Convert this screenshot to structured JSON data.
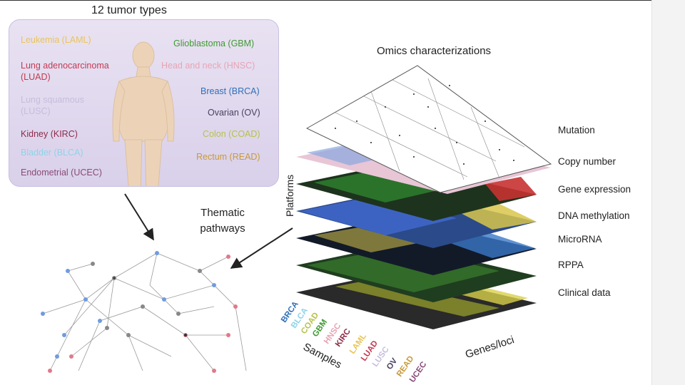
{
  "tumor_box": {
    "title": "12 tumor types",
    "left_column": [
      {
        "label": "Leukemia (LAML)",
        "color": "#e8c45a"
      },
      {
        "label": "Lung adenocarcinoma\n(LUAD)",
        "color": "#c43a52"
      },
      {
        "label": "Lung squamous\n(LUSC)",
        "color": "#c6bedd"
      },
      {
        "label": "Kidney (KIRC)",
        "color": "#8e2c4a"
      },
      {
        "label": "Bladder (BLCA)",
        "color": "#8fd3e8"
      },
      {
        "label": "Endometrial (UCEC)",
        "color": "#8a4a78"
      }
    ],
    "right_column": [
      {
        "label": "Glioblastoma (GBM)",
        "color": "#3f9a32"
      },
      {
        "label": "Head and neck (HNSC)",
        "color": "#e8a4b4"
      },
      {
        "label": "Breast (BRCA)",
        "color": "#2f6fb8"
      },
      {
        "label": "Ovarian (OV)",
        "color": "#4a4060"
      },
      {
        "label": "Colon (COAD)",
        "color": "#b7c24a"
      },
      {
        "label": "Rectum (READ)",
        "color": "#c99a3a"
      }
    ]
  },
  "omics": {
    "title": "Omics characterizations",
    "layers": [
      "Mutation",
      "Copy number",
      "Gene expression",
      "DNA methylation",
      "MicroRNA",
      "RPPA",
      "Clinical data"
    ]
  },
  "labels": {
    "platforms": "Platforms",
    "thematic": "Thematic\npathways",
    "samples": "Samples",
    "genes": "Genes/loci"
  },
  "sample_codes": [
    {
      "code": "BRCA",
      "color": "#2f6fb8"
    },
    {
      "code": "BLCA",
      "color": "#8fd3e8"
    },
    {
      "code": "COAD",
      "color": "#b7c24a"
    },
    {
      "code": "GBM",
      "color": "#3f9a32"
    },
    {
      "code": "HNSC",
      "color": "#e8a4b4"
    },
    {
      "code": "KIRC",
      "color": "#8e2c4a"
    },
    {
      "code": "LAML",
      "color": "#e8c45a"
    },
    {
      "code": "LUAD",
      "color": "#c43a52"
    },
    {
      "code": "LUSC",
      "color": "#c6bedd"
    },
    {
      "code": "OV",
      "color": "#4a4060"
    },
    {
      "code": "READ",
      "color": "#c99a3a"
    },
    {
      "code": "UCEC",
      "color": "#8a4a78"
    }
  ]
}
